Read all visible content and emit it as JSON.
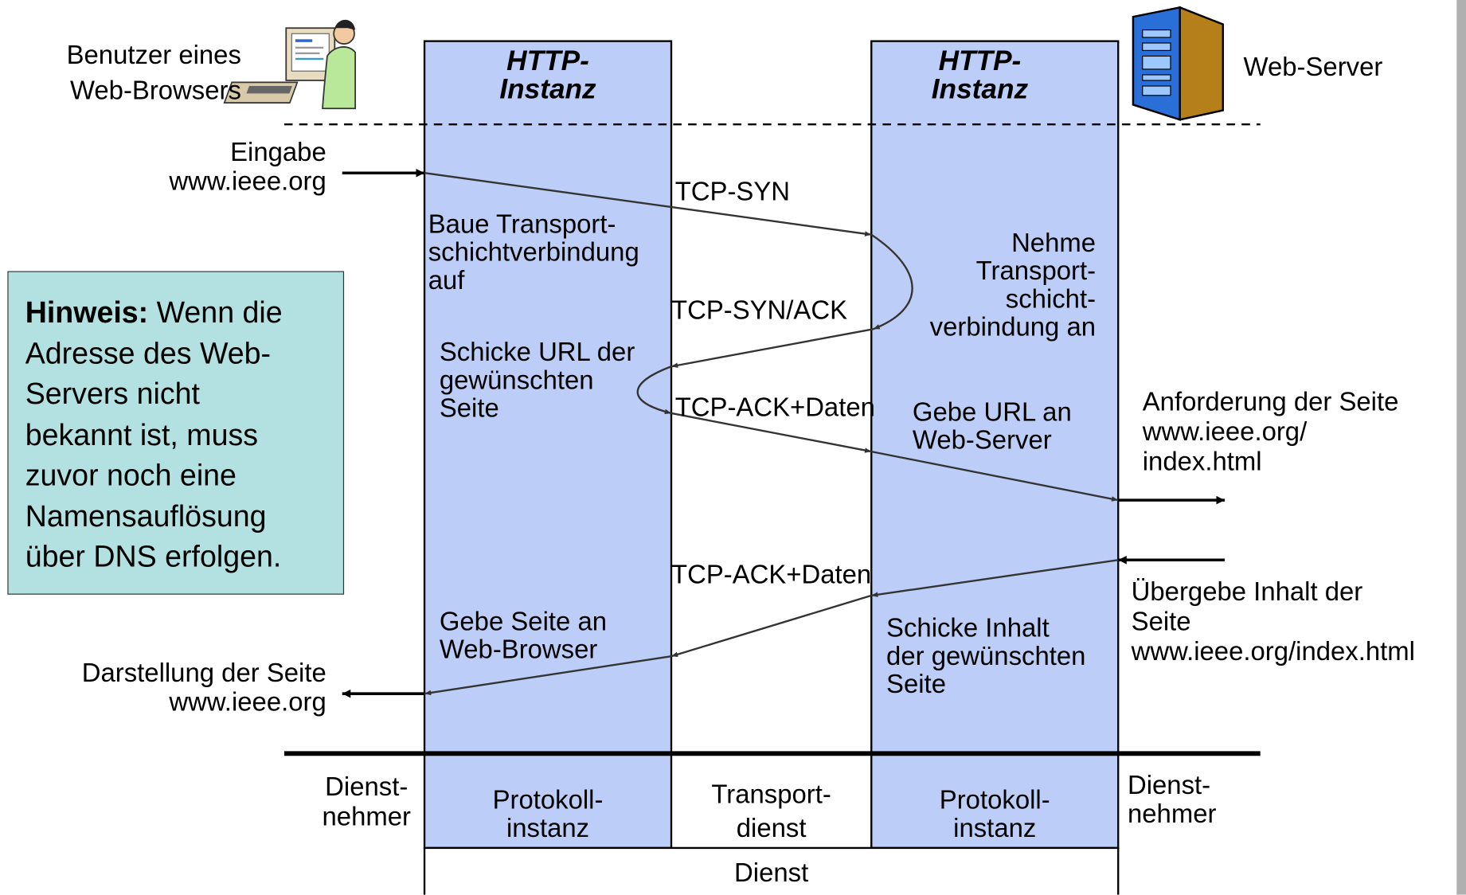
{
  "colors": {
    "lane": "#bccdf7",
    "hint_box": "#b3e0e0",
    "line": "#000000"
  },
  "top": {
    "client_label": "Benutzer eines\nWeb-Browsers",
    "client_icon": "user-at-computer-icon",
    "server_label": "Web-Server",
    "server_icon": "server-tower-icon",
    "lane_left_title": "HTTP-\nInstanz",
    "lane_right_title": "HTTP-\nInstanz"
  },
  "left_side": {
    "input": "Eingabe\nwww.ieee.org",
    "display": "Darstellung der Seite\nwww.ieee.org"
  },
  "hint": {
    "bold": "Hinweis:",
    "text": " Wenn die\nAdresse des Web-\nServers nicht\nbekannt ist, muss\nzuvor noch eine\nNamensauflösung\nüber DNS erfolgen."
  },
  "client_lane": {
    "step1": "Baue Transport-\nschichtverbindung\nauf",
    "step2": "Schicke URL der\ngewünschten\nSeite",
    "step3": "Gebe Seite an\nWeb-Browser"
  },
  "messages": {
    "syn": "TCP-SYN",
    "synack": "TCP-SYN/ACK",
    "ack_data_1": "TCP-ACK+Daten",
    "ack_data_2": "TCP-ACK+Daten"
  },
  "server_lane": {
    "step1": "Nehme\nTransport-\nschicht-\nverbindung an",
    "step2": "Gebe URL an\nWeb-Server",
    "step3": "Schicke Inhalt\nder gewünschten\nSeite"
  },
  "right_side": {
    "request": "Anforderung der Seite\nwww.ieee.org/\nindex.html",
    "deliver": "Übergebe Inhalt der\nSeite\nwww.ieee.org/index.html"
  },
  "bottom": {
    "service_user_left": "Dienst-\nnehmer",
    "protocol_left": "Protokoll-\ninstanz",
    "transport": "Transport-\ndienst",
    "protocol_right": "Protokoll-\ninstanz",
    "service_user_right": "Dienst-\nnehmer",
    "service": "Dienst"
  }
}
